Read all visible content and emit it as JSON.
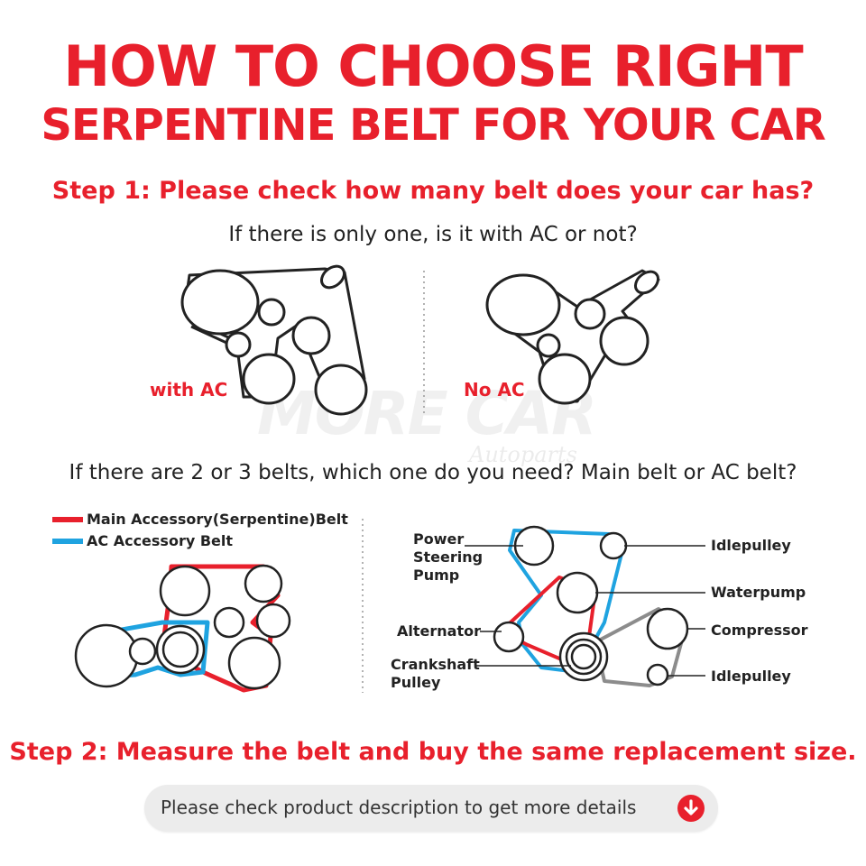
{
  "header": {
    "title_line1": "HOW TO CHOOSE RIGHT",
    "title_line2": "SERPENTINE BELT FOR YOUR CAR"
  },
  "step1": {
    "heading": "Step 1: Please check how many belt does your car has?",
    "question": "If there is only one, is it with AC or not?",
    "with_ac_label": "with AC",
    "no_ac_label": "No AC"
  },
  "multi_belt": {
    "question": "If there are 2 or 3 belts, which one do you need? Main belt or AC belt?",
    "legend": [
      {
        "label": "Main Accessory(Serpentine)Belt",
        "color": "#e8202c"
      },
      {
        "label": "AC Accessory Belt",
        "color": "#1fa3e0"
      }
    ],
    "pulley_labels": {
      "power_steering": [
        "Power",
        "Steering",
        "Pump"
      ],
      "alternator": "Alternator",
      "crankshaft": [
        "Crankshaft",
        "Pulley"
      ],
      "idlepulley_top": "Idlepulley",
      "waterpump": "Waterpump",
      "compressor": "Compressor",
      "idlepulley_bottom": "Idlepulley"
    }
  },
  "step2": {
    "heading": "Step 2: Measure the belt and buy the same replacement size."
  },
  "cta": {
    "text": "Please check product description to get more details",
    "icon": "arrow-down-circle-icon"
  },
  "watermark": {
    "main": "MORE CAR",
    "sub": "Autoparts"
  },
  "colors": {
    "accent": "#e8202c",
    "ac_belt": "#1fa3e0",
    "third_belt": "#8c8c8c"
  }
}
